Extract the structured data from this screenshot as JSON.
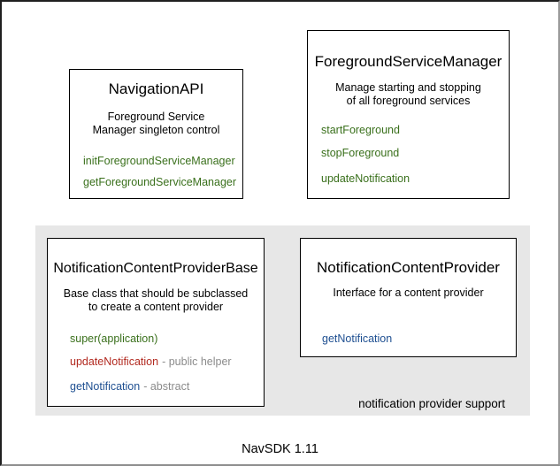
{
  "window": {
    "caption": "NavSDK 1.11"
  },
  "colors": {
    "green": "#3a701c",
    "red": "#b22a20",
    "blue": "#1e4f91",
    "gray": "#8b8b8b",
    "region_bg": "#e7e7e7"
  },
  "boxes": {
    "navigation_api": {
      "title": "NavigationAPI",
      "description_lines": [
        "Foreground Service",
        "Manager singleton control"
      ],
      "methods": [
        {
          "label": "initForegroundServiceManager",
          "color": "green"
        },
        {
          "label": "getForegroundServiceManager",
          "color": "green"
        }
      ]
    },
    "foreground_service_manager": {
      "title": "ForegroundServiceManager",
      "description_lines": [
        "Manage starting and stopping",
        "of all foreground services"
      ],
      "methods": [
        {
          "label": "startForeground",
          "color": "green"
        },
        {
          "label": "stopForeground",
          "color": "green"
        },
        {
          "label": "updateNotification",
          "color": "green"
        }
      ]
    },
    "notification_content_provider_base": {
      "title": "NotificationContentProviderBase",
      "description_lines": [
        "Base class that should be subclassed",
        "to create a content provider"
      ],
      "methods": [
        {
          "label": "super(application)",
          "color": "green"
        },
        {
          "label": "updateNotification",
          "color": "red",
          "annotation": "- public helper"
        },
        {
          "label": "getNotification",
          "color": "blue",
          "annotation": "- abstract"
        }
      ]
    },
    "notification_content_provider": {
      "title": "NotificationContentProvider",
      "description_lines": [
        "Interface for a content provider"
      ],
      "methods": [
        {
          "label": "getNotification",
          "color": "blue"
        }
      ]
    }
  },
  "region": {
    "label": "notification provider support"
  }
}
